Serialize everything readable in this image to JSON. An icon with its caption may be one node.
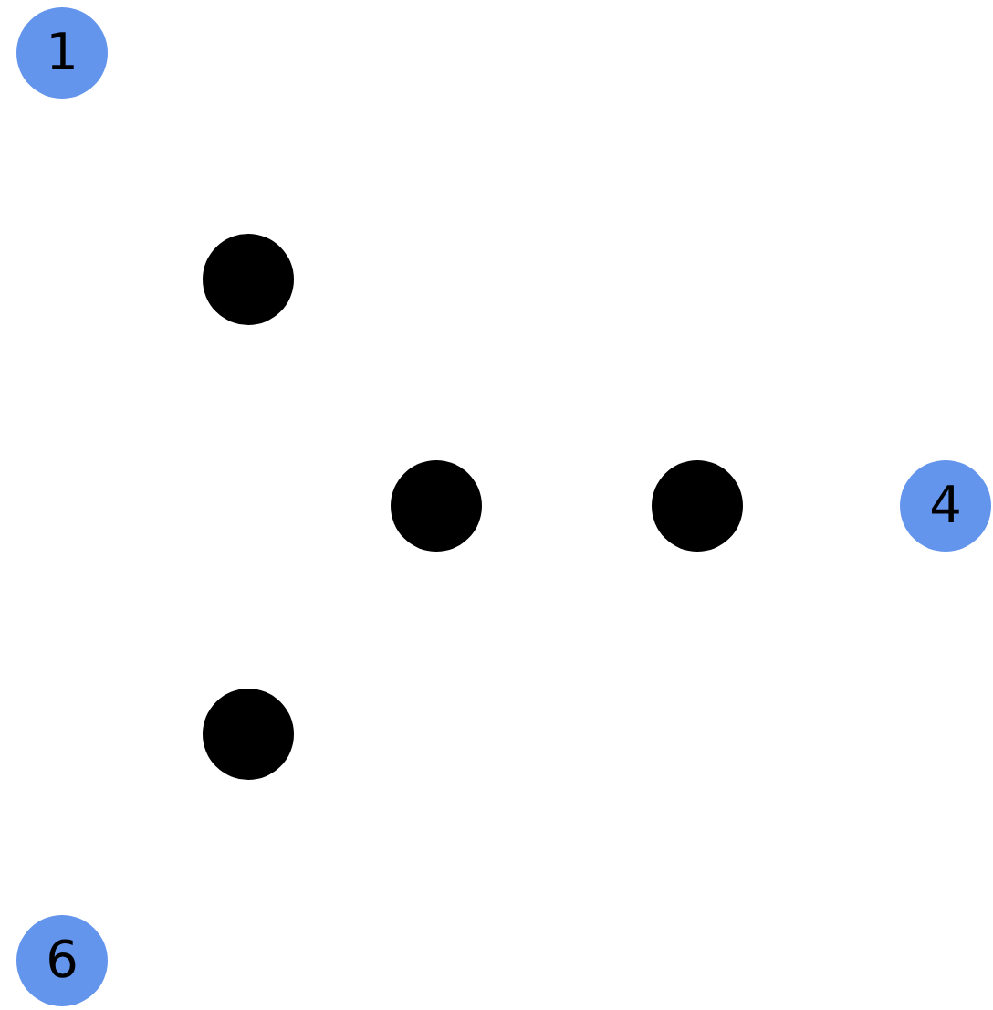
{
  "diagram": {
    "nodes": [
      {
        "text": [
          "1"
        ]
      },
      {
        "text": [],
        "shape": "circle"
      },
      {
        "text": [],
        "shape": "circle"
      },
      {
        "text": [],
        "shape": "circle"
      },
      {
        "text": [
          "4"
        ]
      },
      {
        "text": [],
        "shape": "circle"
      },
      {
        "text": [
          "6"
        ]
      }
    ]
  }
}
